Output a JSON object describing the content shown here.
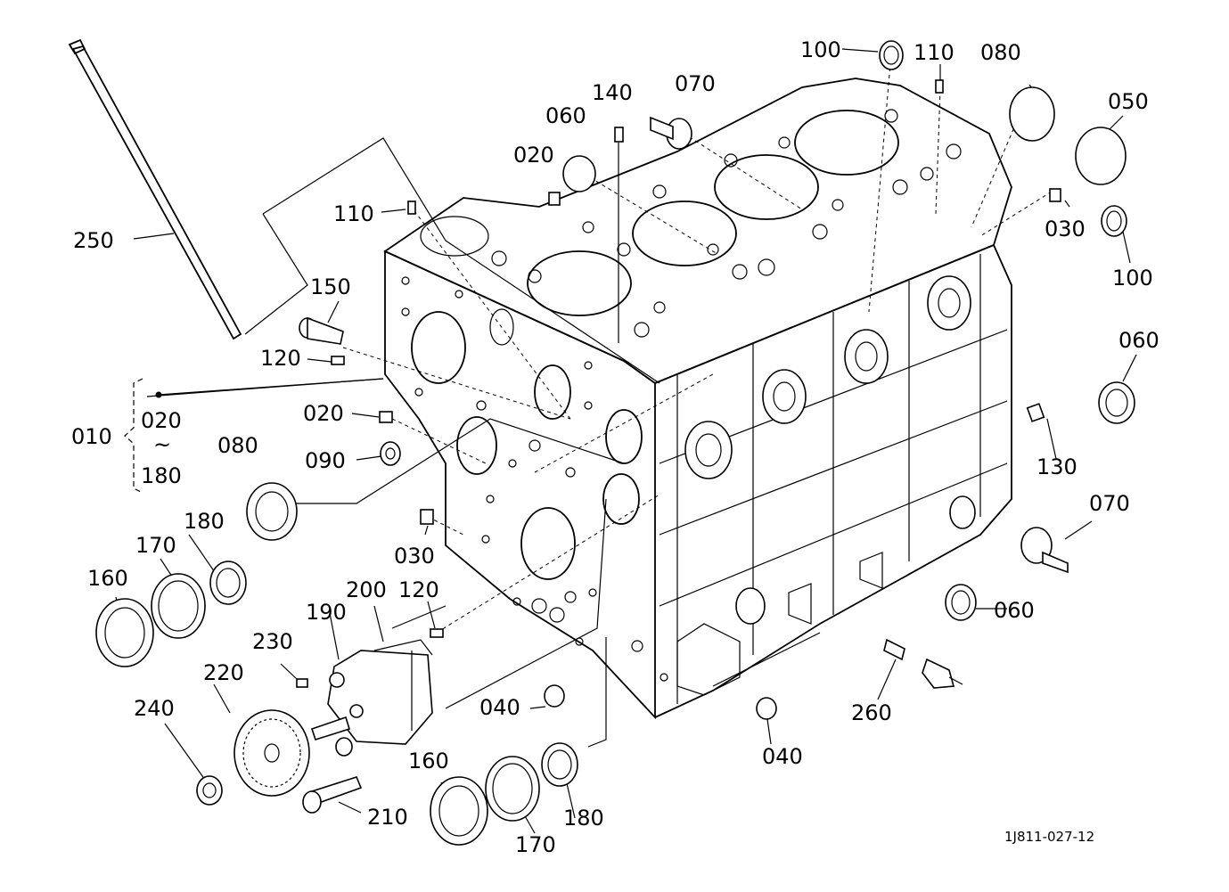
{
  "drawing_ref": "1J811-027-12",
  "range_bracket": {
    "from": "020",
    "tilde": "~",
    "to": "180"
  },
  "callouts": {
    "c010": "010",
    "c020a": "020",
    "c020b": "020",
    "c030a": "030",
    "c030b": "030",
    "c040a": "040",
    "c040b": "040",
    "c050": "050",
    "c060a": "060",
    "c060b": "060",
    "c060c": "060",
    "c070a": "070",
    "c070b": "070",
    "c080a": "080",
    "c080b": "080",
    "c090": "090",
    "c100a": "100",
    "c100b": "100",
    "c110a": "110",
    "c110b": "110",
    "c120a": "120",
    "c120b": "120",
    "c130": "130",
    "c140": "140",
    "c150": "150",
    "c160a": "160",
    "c160b": "160",
    "c170a": "170",
    "c170b": "170",
    "c180a": "180",
    "c180b": "180",
    "c190": "190",
    "c200": "200",
    "c210": "210",
    "c220": "220",
    "c230": "230",
    "c240": "240",
    "c250": "250",
    "c260": "260"
  }
}
